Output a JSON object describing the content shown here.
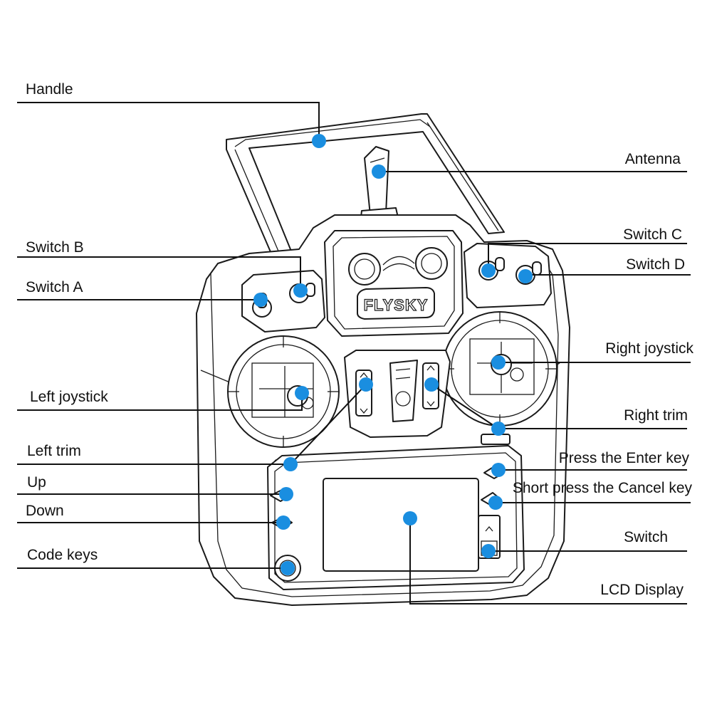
{
  "colors": {
    "marker": "#1a8ee0",
    "line": "#111111"
  },
  "brand": "FLYSKY",
  "labels": [
    {
      "id": "handle",
      "text": "Handle"
    },
    {
      "id": "antenna",
      "text": "Antenna"
    },
    {
      "id": "switch-b",
      "text": "Switch B"
    },
    {
      "id": "switch-c",
      "text": "Switch C"
    },
    {
      "id": "switch-d",
      "text": "Switch D"
    },
    {
      "id": "switch-a",
      "text": "Switch A"
    },
    {
      "id": "right-joystick",
      "text": "Right joystick"
    },
    {
      "id": "left-joystick",
      "text": "Left joystick"
    },
    {
      "id": "right-trim",
      "text": "Right trim"
    },
    {
      "id": "left-trim",
      "text": "Left trim"
    },
    {
      "id": "enter-key",
      "text": "Press the Enter key"
    },
    {
      "id": "up",
      "text": "Up"
    },
    {
      "id": "cancel-key",
      "text": "Short press the Cancel key"
    },
    {
      "id": "down",
      "text": "Down"
    },
    {
      "id": "switch",
      "text": "Switch"
    },
    {
      "id": "code-keys",
      "text": "Code keys"
    },
    {
      "id": "lcd-display",
      "text": "LCD Display"
    }
  ]
}
